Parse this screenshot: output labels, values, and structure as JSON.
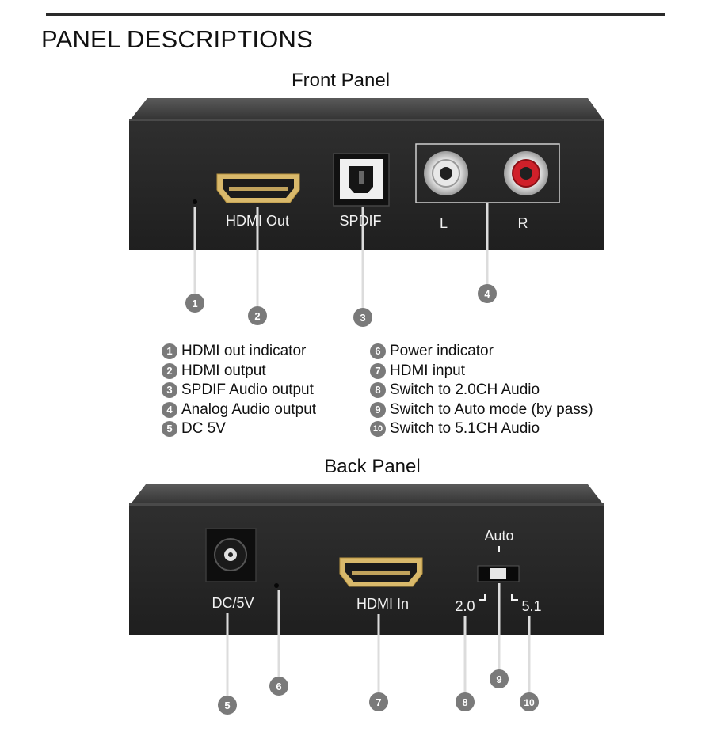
{
  "heading": "PANEL DESCRIPTIONS",
  "front_panel": {
    "title": "Front Panel",
    "labels": {
      "hdmi_out": "HDMI Out",
      "spdif": "SPDIF",
      "left": "L",
      "right": "R"
    },
    "callouts": [
      "1",
      "2",
      "3",
      "4"
    ]
  },
  "back_panel": {
    "title": "Back Panel",
    "labels": {
      "dc": "DC/5V",
      "hdmi_in": "HDMI In",
      "auto": "Auto",
      "ch20": "2.0",
      "ch51": "5.1"
    },
    "callouts": [
      "5",
      "6",
      "7",
      "8",
      "9",
      "10"
    ]
  },
  "legend": {
    "left": [
      {
        "num": "1",
        "text": "HDMI out indicator"
      },
      {
        "num": "2",
        "text": "HDMI output"
      },
      {
        "num": "3",
        "text": "SPDIF Audio output"
      },
      {
        "num": "4",
        "text": "Analog Audio output"
      },
      {
        "num": "5",
        "text": "DC 5V"
      }
    ],
    "right": [
      {
        "num": "6",
        "text": "Power indicator"
      },
      {
        "num": "7",
        "text": "HDMI input"
      },
      {
        "num": "8",
        "text": "Switch to 2.0CH Audio"
      },
      {
        "num": "9",
        "text": "Switch to Auto mode (by pass)"
      },
      {
        "num": "10",
        "text": "Switch to 5.1CH Audio"
      }
    ]
  },
  "colors": {
    "device_body": "#2b2b2b",
    "callout": "#7a7a7a",
    "rca_right": "#d0202a"
  }
}
